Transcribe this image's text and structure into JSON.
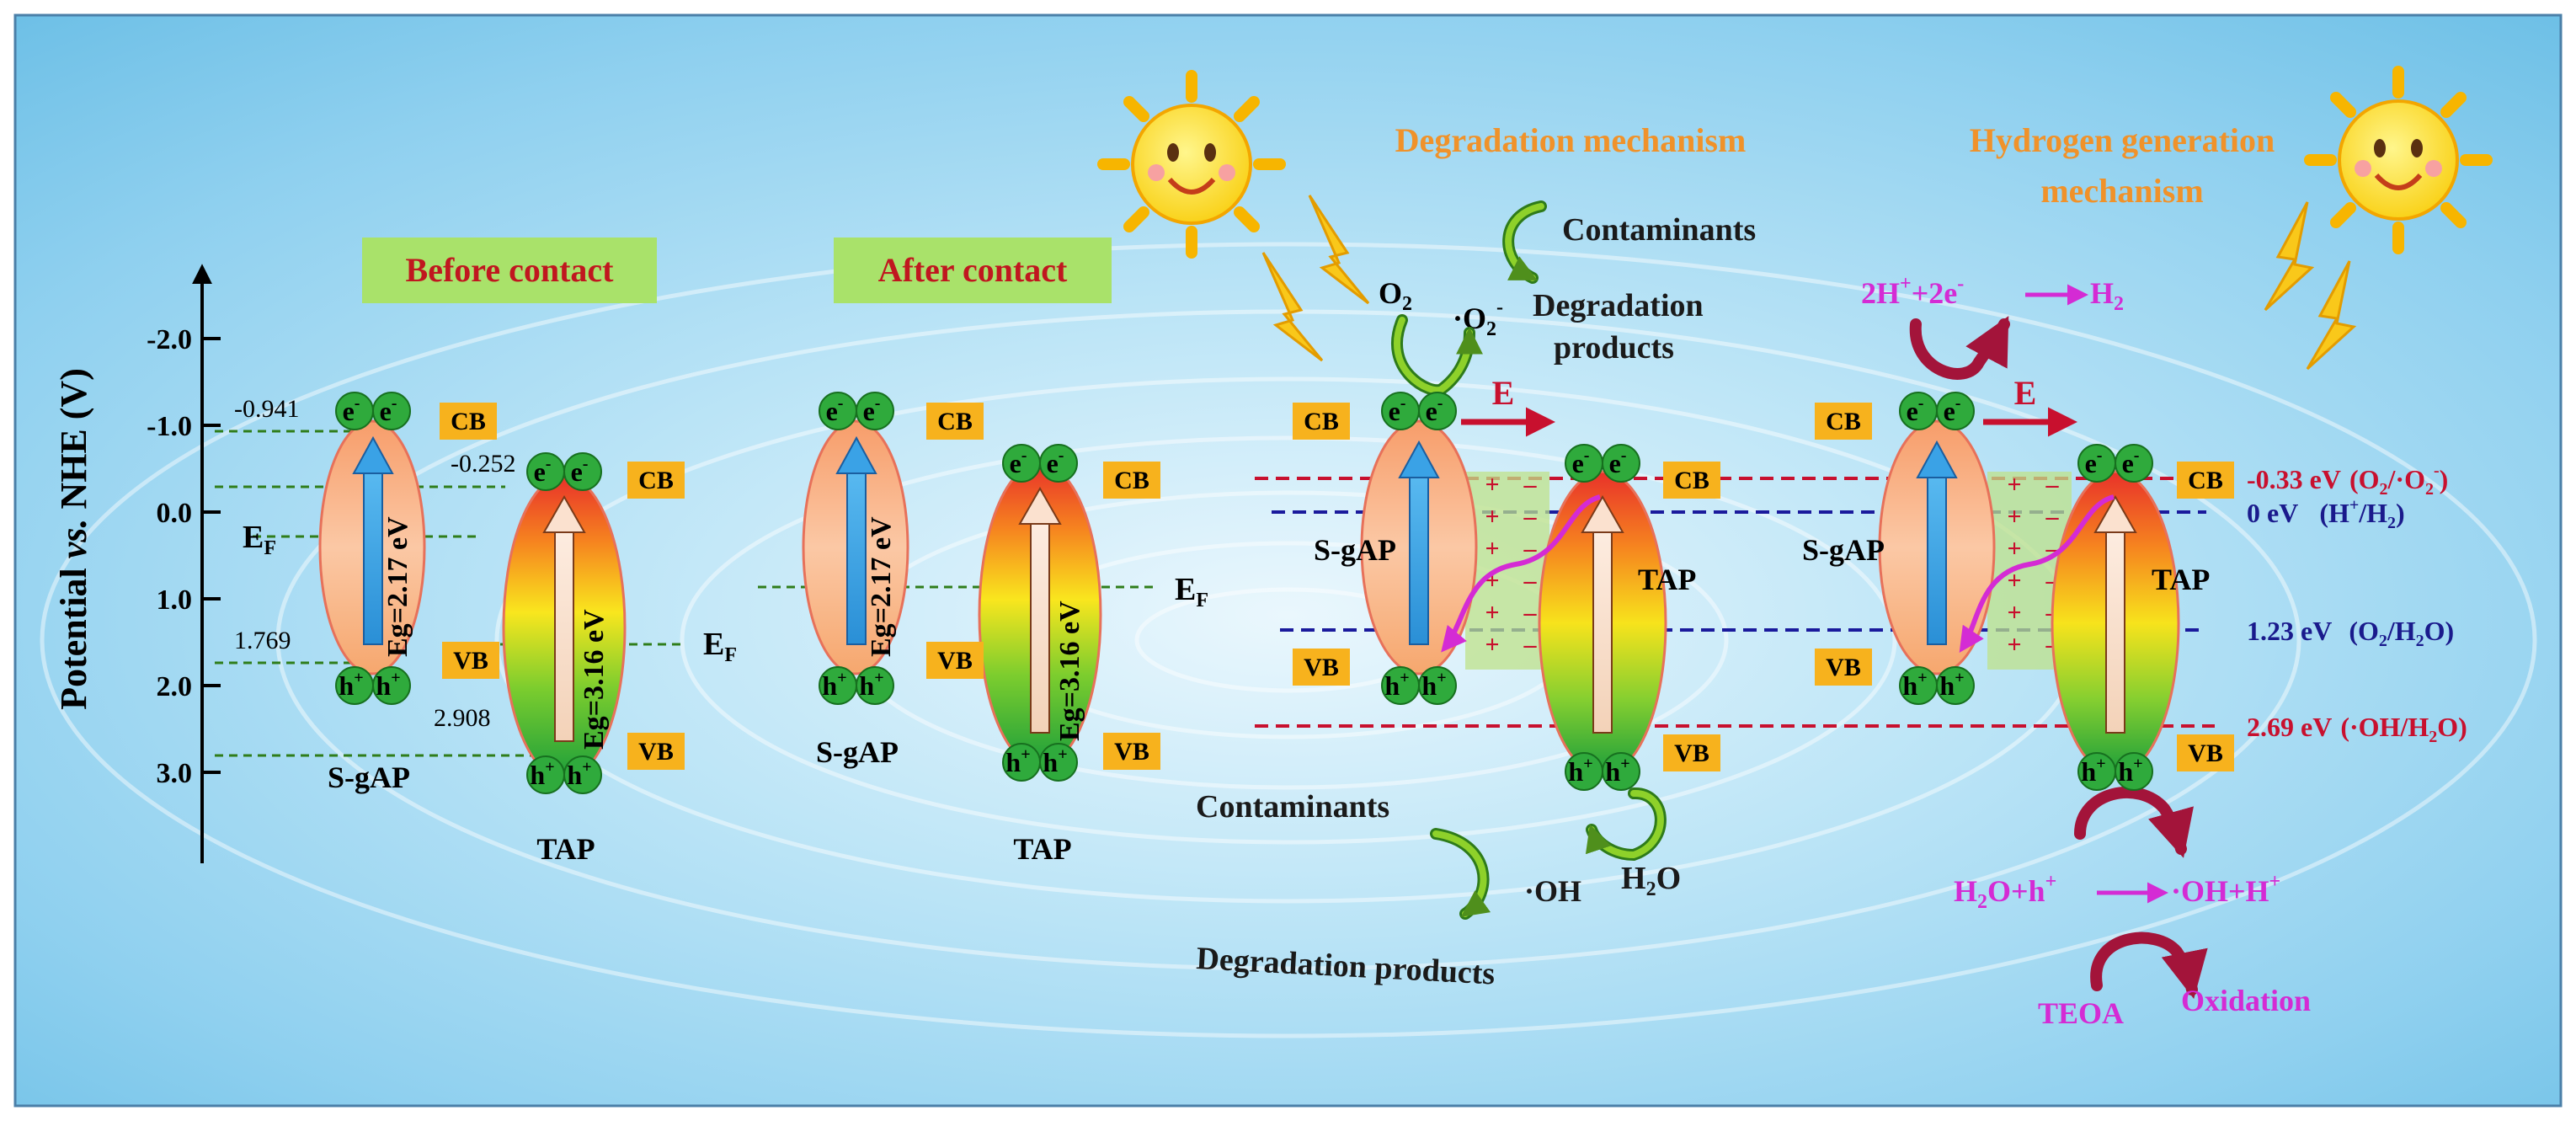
{
  "axis": {
    "label_main": "Potential ",
    "label_vs": "vs.",
    "label_tail": " NHE (V)",
    "ticks": [
      {
        "label": "-2.0",
        "value": -2.0
      },
      {
        "label": "-1.0",
        "value": -1.0
      },
      {
        "label": "0.0",
        "value": 0.0
      },
      {
        "label": "1.0",
        "value": 1.0
      },
      {
        "label": "2.0",
        "value": 2.0
      },
      {
        "label": "3.0",
        "value": 3.0
      }
    ]
  },
  "panels": {
    "before_title": "Before contact",
    "after_title": "After contact",
    "degradation_title": "Degradation  mechanism",
    "hydrogen_title_1": "Hydrogen generation",
    "hydrogen_title_2": "mechanism"
  },
  "values": {
    "sgap_cb": "-0.941",
    "tap_cb": "-0.252",
    "sgap_vb": "1.769",
    "tap_vb": "2.908"
  },
  "labels": {
    "cb": "CB",
    "vb": "VB",
    "ef": "E",
    "ef_sub": "F",
    "sgap": "S-gAP",
    "tap": "TAP",
    "eg_sgap": "Eg=2.17 eV",
    "eg_tap": "Eg=3.16 eV",
    "electron": "e",
    "electron_sup": "-",
    "hole": "h",
    "hole_sup": "+",
    "field": "E"
  },
  "potentials": [
    {
      "energy": "-0.33 eV",
      "couple": "(O",
      "couple_sub": "2",
      "couple_mid": "/·O",
      "couple_sub2": "2",
      "couple_sup": "-",
      "couple_end": ")",
      "color": "#c8102e"
    },
    {
      "energy": "0 eV",
      "couple": "(H",
      "couple_sup": "+",
      "couple_end": "/H",
      "couple_sub": "2",
      "couple_close": ")",
      "color": "#1a1a8c"
    },
    {
      "energy": "1.23 eV",
      "couple": "(O",
      "couple_sub": "2",
      "couple_end": "/H",
      "couple_sub2": "2",
      "couple_close": "O)",
      "color": "#1a1a8c"
    },
    {
      "energy": "2.69 eV",
      "couple": "(·OH/H",
      "couple_sub": "2",
      "couple_close": "O)",
      "color": "#c8102e"
    }
  ],
  "degradation": {
    "o2": "O",
    "o2_sub": "2",
    "superoxide": "·O",
    "superoxide_sub": "2",
    "superoxide_sup": "-",
    "contaminants_top": "Contaminants",
    "deg_products_top_1": "Degradation",
    "deg_products_top_2": "products",
    "contaminants_bottom": "Contaminants",
    "hydroxyl": "·OH",
    "water": "H",
    "water_sub": "2",
    "water_end": "O",
    "deg_products_bottom": "Degradation products"
  },
  "hydrogen": {
    "reaction_top": "2H",
    "reaction_top_sup": "+",
    "reaction_top_mid": "+2e",
    "reaction_top_sup2": "-",
    "product_top": "H",
    "product_top_sub": "2",
    "reaction_bottom": "H",
    "reaction_bottom_sub": "2",
    "reaction_bottom_mid": "O+h",
    "reaction_bottom_sup": "+",
    "product_bottom": "·OH+H",
    "product_bottom_sup": "+",
    "teoa": "TEOA",
    "oxidation": "Oxidation"
  },
  "colors": {
    "title_green_bg": "#a9e26a",
    "title_red_text": "#c0171f",
    "mechanism_orange": "#f0922a",
    "band_label_bg": "#f7b21d",
    "electron_green": "#2faa3c",
    "red_line": "#c8102e",
    "blue_line": "#1a1a9c",
    "magenta": "#d42bd4",
    "dark_red_arrow": "#a3143a",
    "sky_blue": "#9fd9f3"
  }
}
